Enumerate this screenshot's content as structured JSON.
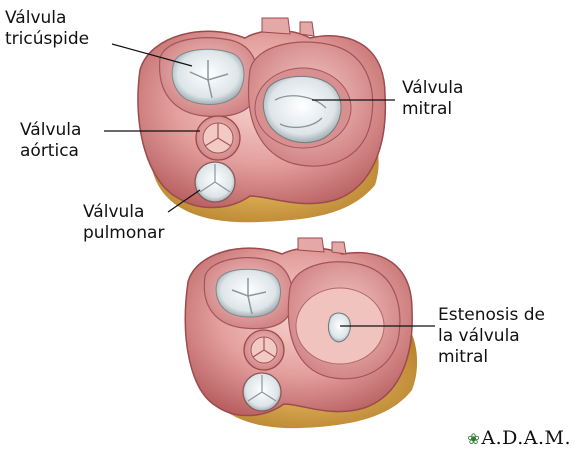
{
  "labels": {
    "tricuspid": [
      "Válvula",
      "tricúspide"
    ],
    "mitral": [
      "Válvula",
      "mitral"
    ],
    "aortic": [
      "Válvula",
      "aórtica"
    ],
    "pulmonary": [
      "Válvula",
      "pulmonar"
    ],
    "stenosis": [
      "Estenosis de",
      "la válvula",
      "mitral"
    ]
  },
  "logo": {
    "mark": "❀",
    "text": "A.D.A.M."
  },
  "colors": {
    "tissue": "#d98b8a",
    "tissue_light": "#f2c4bf",
    "tissue_dark": "#b65a5c",
    "fat": "#d9a64a",
    "valve_interior": "#e9eef0",
    "leaflet": "#9aa4a8"
  }
}
